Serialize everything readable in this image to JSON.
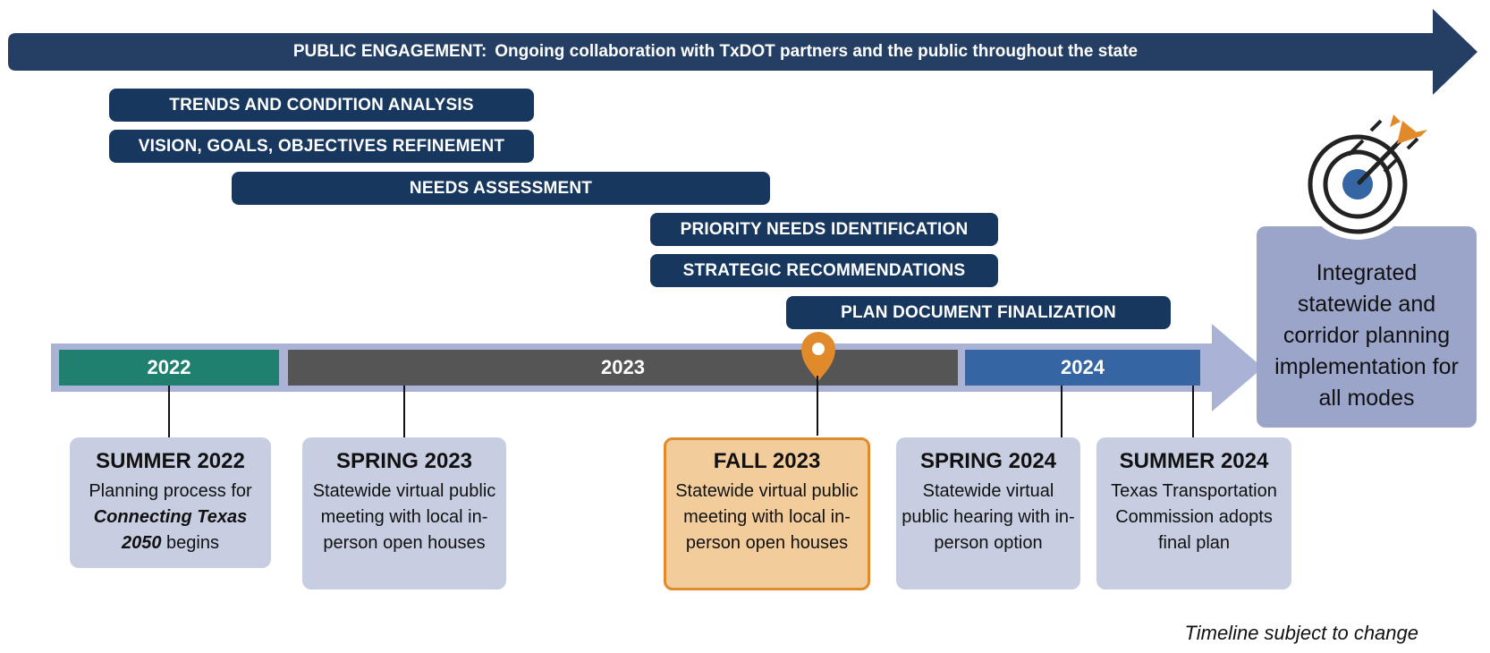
{
  "engagement": {
    "label": "PUBLIC ENGAGEMENT:",
    "text": "Ongoing collaboration with TxDOT partners and the public throughout the state"
  },
  "phases": [
    "TRENDS AND CONDITION ANALYSIS",
    "VISION, GOALS, OBJECTIVES REFINEMENT",
    "NEEDS ASSESSMENT",
    "PRIORITY NEEDS IDENTIFICATION",
    "STRATEGIC RECOMMENDATIONS",
    "PLAN DOCUMENT FINALIZATION"
  ],
  "years": [
    "2022",
    "2023",
    "2024"
  ],
  "milestones": [
    {
      "title": "SUMMER 2022",
      "desc_pre": "Planning process for ",
      "desc_em": "Connecting Texas 2050",
      "desc_post": " begins"
    },
    {
      "title": "SPRING 2023",
      "desc": "Statewide virtual public meeting with local in-person open houses"
    },
    {
      "title": "FALL 2023",
      "desc": "Statewide virtual public meeting with local in-person open houses"
    },
    {
      "title": "SPRING 2024",
      "desc": "Statewide virtual public hearing with in-person option"
    },
    {
      "title": "SUMMER 2024",
      "desc": "Texas Transportation Commission adopts final plan"
    }
  ],
  "outcome": "Integrated statewide and corridor planning implementation for all modes",
  "footnote": "Timeline subject to change",
  "colors": {
    "navy": "#17375e",
    "engagement_arrow": "#243f63",
    "year_2022": "#1f8070",
    "year_2023": "#555555",
    "year_2024": "#3565a3",
    "timeline_track": "#aab3d5",
    "milestone_box": "#c8cee2",
    "highlight_fill": "#f3cc9c",
    "highlight_border": "#e18a2c",
    "outcome_box": "#9aa5c9"
  },
  "icons": {
    "current_marker": "map-pin-icon",
    "goal": "target-icon"
  }
}
